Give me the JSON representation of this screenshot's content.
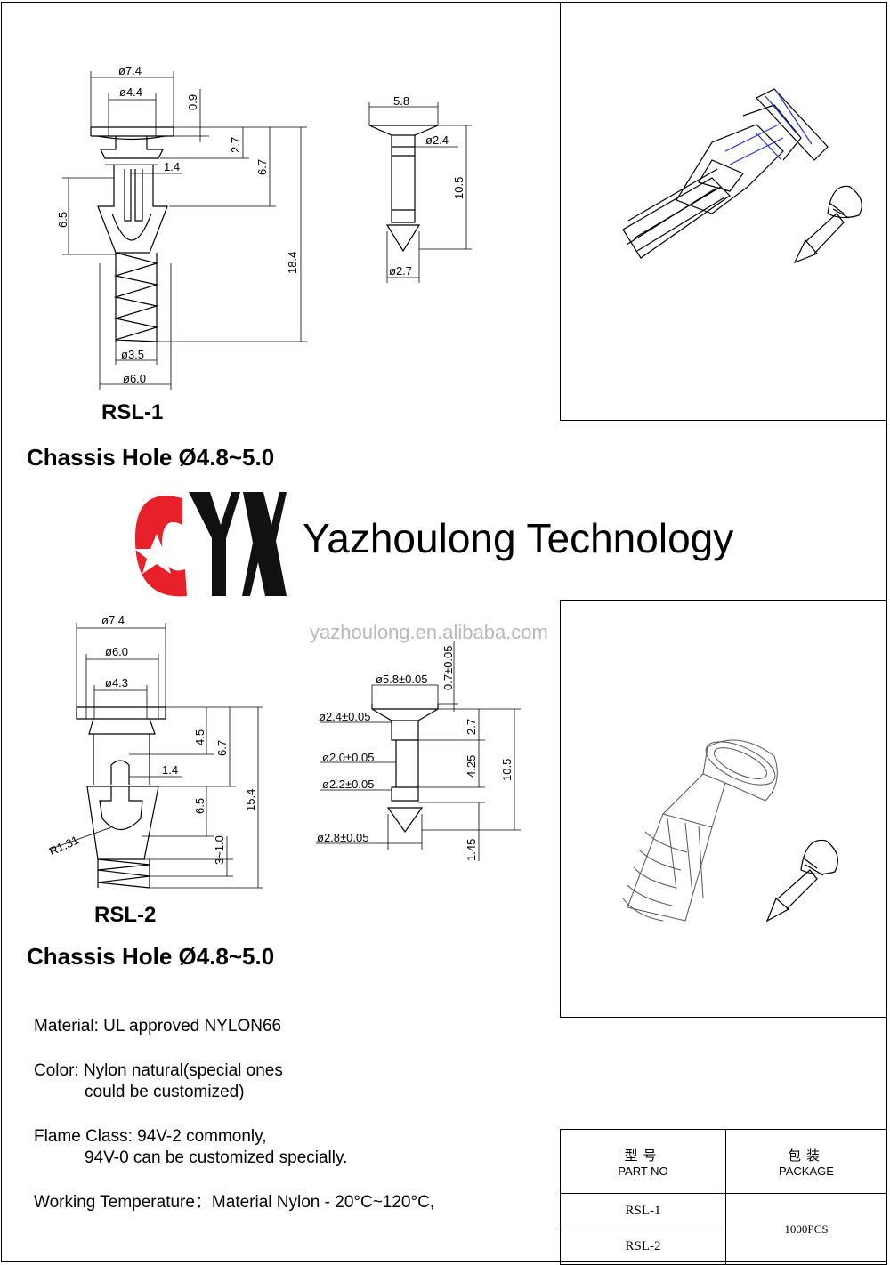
{
  "rsl1": {
    "label": "RSL-1",
    "chassis": "Chassis Hole Ø4.8~5.0",
    "dims": {
      "d74": "ø7.4",
      "d44": "ø4.4",
      "h09": "0.9",
      "h27": "2.7",
      "h67": "6.7",
      "w14": "1.4",
      "h65": "6.5",
      "h184": "18.4",
      "d35": "ø3.5",
      "d60": "ø6.0"
    },
    "pin": {
      "w58": "5.8",
      "d24": "ø2.4",
      "h105": "10.5",
      "d27": "ø2.7"
    }
  },
  "rsl2": {
    "label": "RSL-2",
    "chassis": "Chassis Hole Ø4.8~5.0",
    "dims": {
      "d74": "ø7.4",
      "d60": "ø6.0",
      "d43": "ø4.3",
      "h45": "4.5",
      "h67": "6.7",
      "w14": "1.4",
      "h65": "6.5",
      "h154": "15.4",
      "r131": "R1.31",
      "h310": "3~1.0"
    },
    "pin": {
      "d58": "ø5.8±0.05",
      "t07": "0.7±0.05",
      "d24": "ø2.4±0.05",
      "h27": "2.7",
      "d20": "ø2.0±0.05",
      "h425": "4.25",
      "d22": "ø2.2±0.05",
      "h105": "10.5",
      "d28": "ø2.8±0.05",
      "h145": "1.45"
    }
  },
  "brand": {
    "logo_text": "CYX",
    "name": "Yazhoulong Technology",
    "watermark": "yazhoulong.en.alibaba.com",
    "logo_color": "#e8202a"
  },
  "specs": {
    "material": "Material: UL approved NYLON66",
    "color_line1": "Color: Nylon natural(special ones",
    "color_line2": "could be customized)",
    "flame_line1": "Flame Class: 94V-2 commonly,",
    "flame_line2": "94V-0 can be customized specially.",
    "temperature": "Working Temperature：Material Nylon - 20°C~120°C,"
  },
  "table": {
    "col1_cn": "型号",
    "col1_en": "PART NO",
    "col2_cn": "包装",
    "col2_en": "PACKAGE",
    "row1": "RSL-1",
    "row2": "RSL-2",
    "package": "1000PCS"
  }
}
